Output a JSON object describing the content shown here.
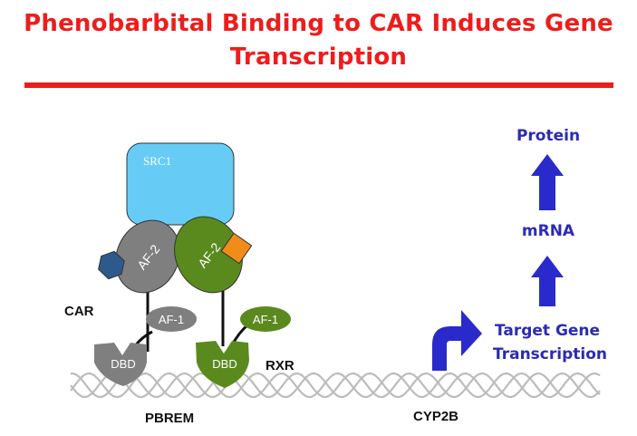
{
  "title": {
    "line1": "Phenobarbital Binding to CAR Induces Gene",
    "line2": "Transcription"
  },
  "labels": {
    "src1": "SRC1",
    "af2_car": "AF-2",
    "af2_rxr": "AF-2",
    "af1_car": "AF-1",
    "af1_rxr": "AF-1",
    "dbd_car": "DBD",
    "dbd_rxr": "DBD",
    "car": "CAR",
    "rxr": "RXR",
    "pbrem": "PBREM",
    "cyp2b": "CYP2B",
    "target_line1": "Target Gene",
    "target_line2": "Transcription",
    "mrna": "mRNA",
    "protein": "Protein"
  },
  "colors": {
    "title": "#ee1c1c",
    "rule": "#ee1c1c",
    "src1": "#66ccf5",
    "car_domain": "#7f7f7f",
    "rxr_domain": "#5a8a1e",
    "ligand_car": "#2d5a8c",
    "ligand_rxr": "#f08c1a",
    "arrow": "#2a2acc",
    "dna": "#bcbcbc"
  }
}
